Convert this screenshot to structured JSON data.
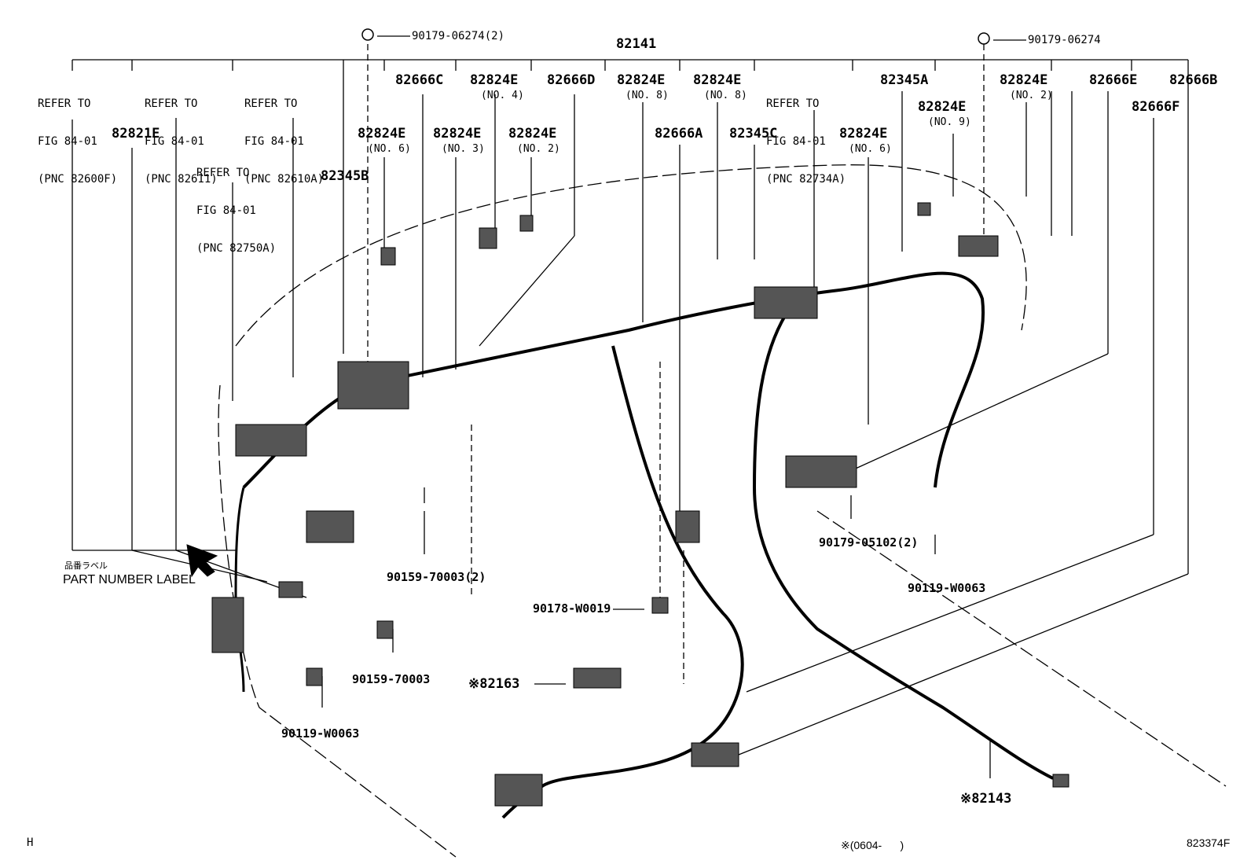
{
  "diagram": {
    "main_part": "82141",
    "callouts_top": [
      {
        "code": "90179-06274(2)"
      },
      {
        "code": "90179-06274"
      }
    ],
    "refer_blocks": [
      {
        "line1": "REFER TO",
        "line2": "FIG 84-01",
        "line3": "(PNC 82600F)"
      },
      {
        "line1": "REFER TO",
        "line2": "FIG 84-01",
        "line3": "(PNC 82611)"
      },
      {
        "line1": "REFER TO",
        "line2": "FIG 84-01",
        "line3": "(PNC 82610A)"
      },
      {
        "line1": "REFER TO",
        "line2": "FIG 84-01",
        "line3": "(PNC 82750A)"
      },
      {
        "line1": "REFER TO",
        "line2": "FIG 84-01",
        "line3": "(PNC 82734A)"
      }
    ],
    "parts": {
      "p82821E": "82821E",
      "p82345B": "82345B",
      "p82824E_6a": "82824E",
      "p82824E_6a_no": "(NO. 6)",
      "p82666C": "82666C",
      "p82824E_3": "82824E",
      "p82824E_3_no": "(NO. 3)",
      "p82824E_4": "82824E",
      "p82824E_4_no": "(NO. 4)",
      "p82824E_2a": "82824E",
      "p82824E_2a_no": "(NO. 2)",
      "p82666D": "82666D",
      "p82824E_8a": "82824E",
      "p82824E_8a_no": "(NO. 8)",
      "p82824E_8b": "82824E",
      "p82824E_8b_no": "(NO. 8)",
      "p82666A": "82666A",
      "p82345C": "82345C",
      "p82345A": "82345A",
      "p82824E_9": "82824E",
      "p82824E_9_no": "(NO. 9)",
      "p82824E_6b": "82824E",
      "p82824E_6b_no": "(NO. 6)",
      "p82824E_2b": "82824E",
      "p82824E_2b_no": "(NO. 2)",
      "p82666E": "82666E",
      "p82666B": "82666B",
      "p82666F": "82666F",
      "p90179_05102": "90179-05102(2)",
      "p90119_W0063a": "90119-W0063",
      "p90159_70003_2": "90159-70003(2)",
      "p90178_W0019": "90178-W0019",
      "p90159_70003": "90159-70003",
      "p82163": "※82163",
      "p90119_W0063b": "90119-W0063",
      "p82143": "※82143"
    },
    "label_jp": "品番ラベル",
    "label_en": "PART NUMBER LABEL",
    "footer_left": "H",
    "footer_note": "※(0604-      )",
    "footer_id": "823374F"
  }
}
